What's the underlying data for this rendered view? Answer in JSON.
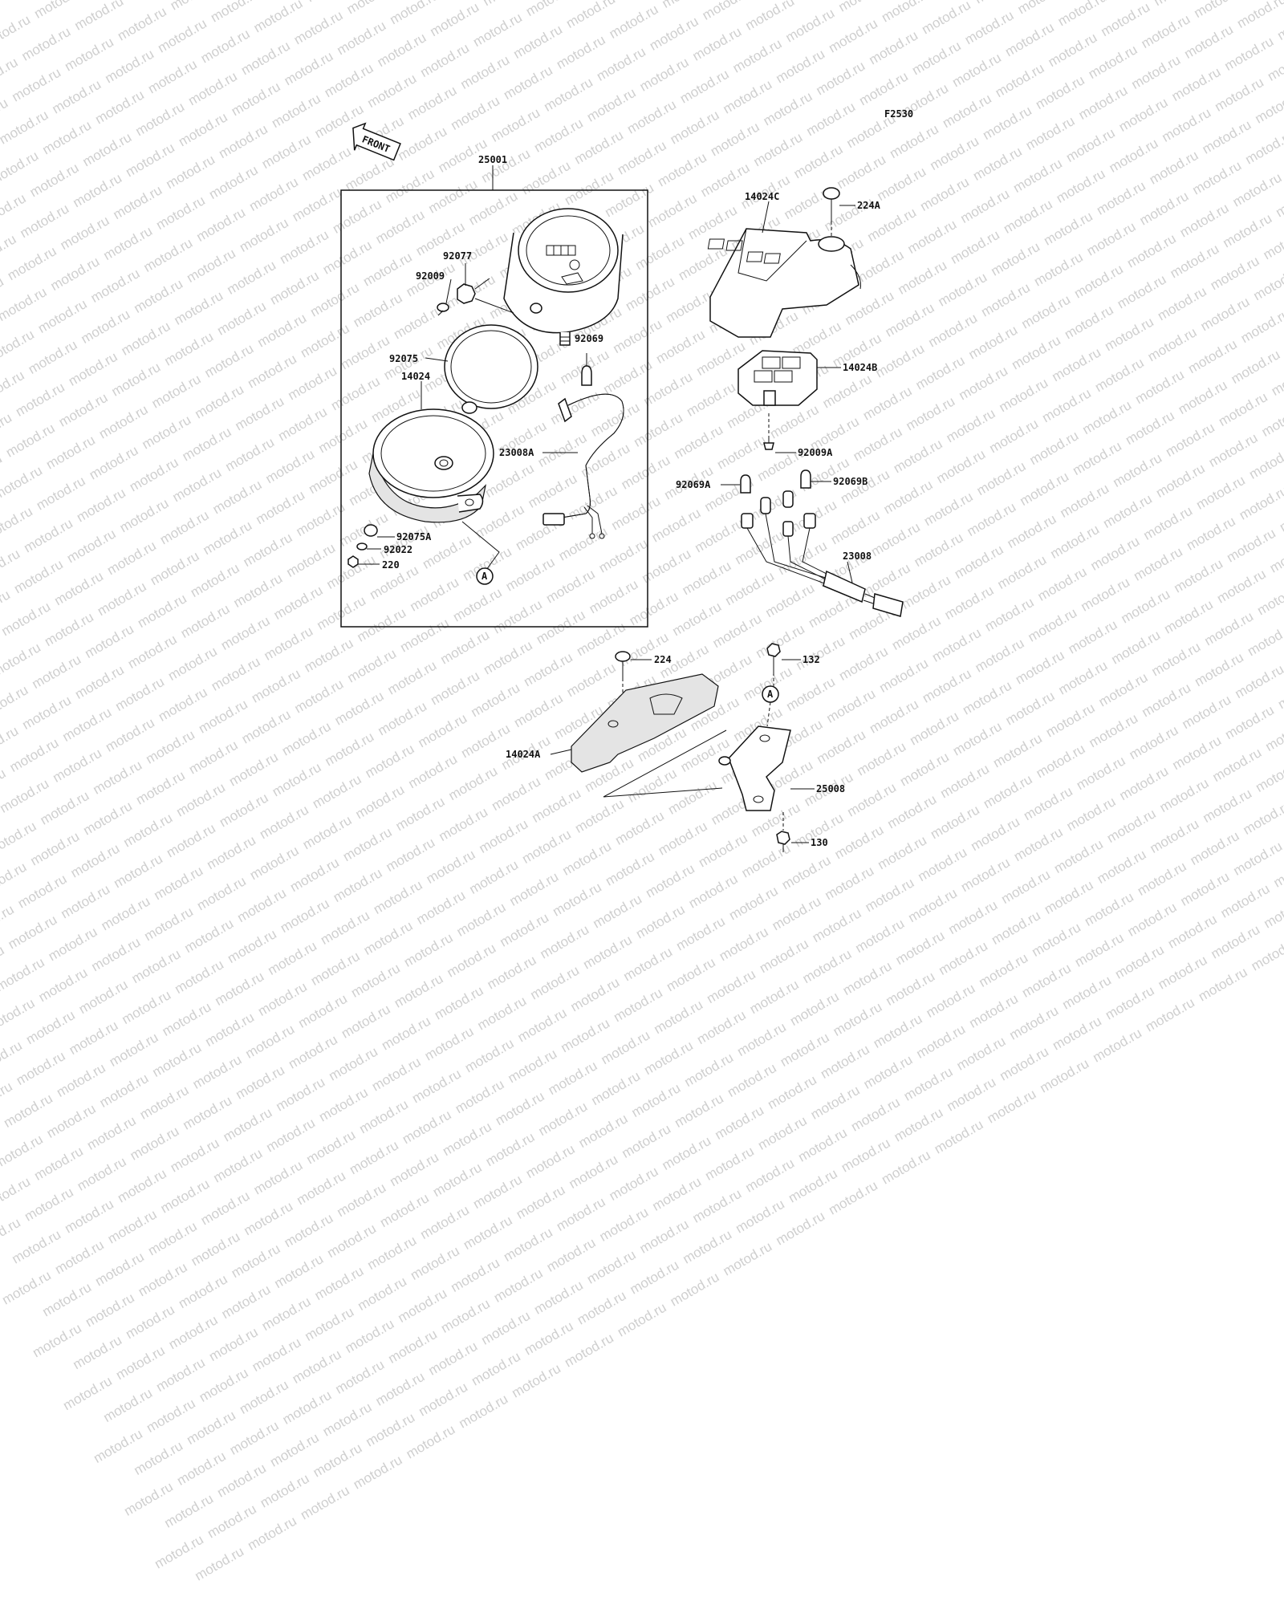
{
  "watermark": "motod.ru",
  "figure_code": "F2530",
  "front_arrow": "FRONT",
  "ref_marker": "A",
  "parts": {
    "p25001": "25001",
    "p92077": "92077",
    "p92009": "92009",
    "p92075": "92075",
    "p92069": "92069",
    "p14024": "14024",
    "p23008A": "23008A",
    "p92075A": "92075A",
    "p92022": "92022",
    "p220": "220",
    "p224A": "224A",
    "p14024C": "14024C",
    "p14024B": "14024B",
    "p92009A": "92009A",
    "p92069A": "92069A",
    "p92069B": "92069B",
    "p23008": "23008",
    "p224": "224",
    "p132": "132",
    "p14024A": "14024A",
    "p25008": "25008",
    "p130": "130"
  }
}
